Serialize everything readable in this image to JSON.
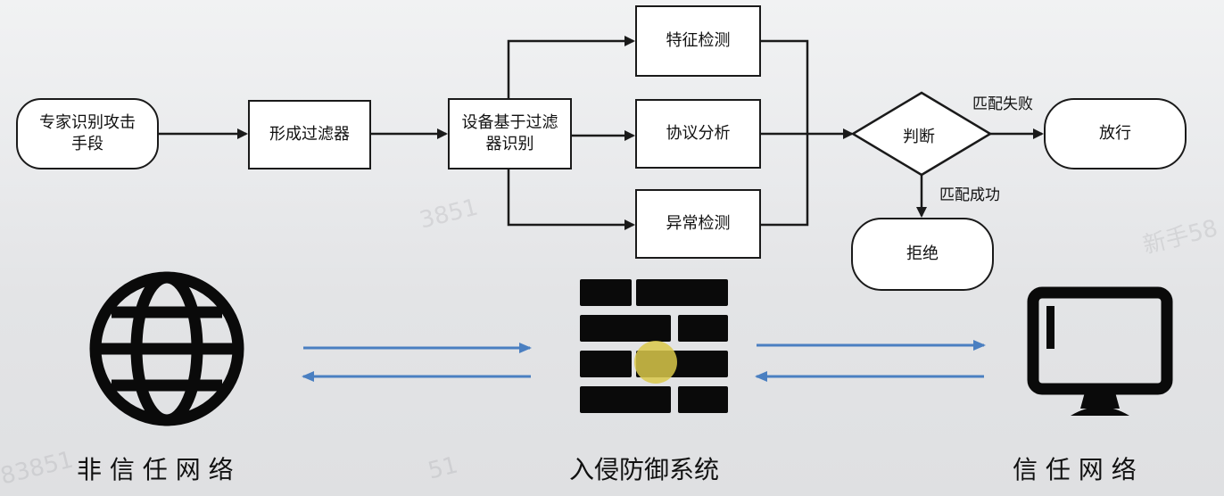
{
  "flowchart": {
    "start": "专家识别攻击手段",
    "filter": "形成过滤器",
    "identify": "设备基于过滤器识别",
    "feature": "特征检测",
    "protocol": "协议分析",
    "anomaly": "异常检测",
    "decision": "判断",
    "pass": "放行",
    "reject": "拒绝",
    "label_fail": "匹配失败",
    "label_success": "匹配成功"
  },
  "network": {
    "untrusted_label": "非 信 任 网 络",
    "ips_label": "入侵防御系统",
    "trusted_label": "信 任 网 络",
    "untrusted_icon": "globe-icon",
    "ips_icon": "firewall-brick-icon",
    "trusted_icon": "monitor-icon"
  },
  "colors": {
    "line": "#1a1a1a",
    "arrow_blue": "#4a7fc1",
    "cursor_highlight": "#d9c84a"
  }
}
